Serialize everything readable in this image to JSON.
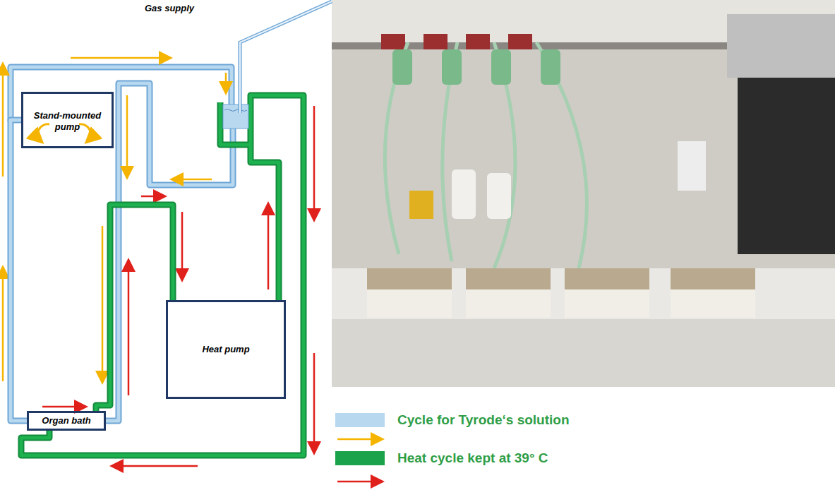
{
  "diagram": {
    "nodes": [
      {
        "text": [
          "Stand-mounted pump"
        ]
      },
      {
        "text": [
          "Heat pump"
        ]
      },
      {
        "text": [
          "Organ bath"
        ]
      }
    ],
    "edges": [
      {
        "from": 2,
        "to": 0,
        "arrow": "none"
      },
      {
        "from": 1,
        "to": 2,
        "arrow": "none"
      }
    ],
    "labels": [
      "Gas supply"
    ],
    "legend": [
      {
        "text": "Cycle for Tyrode‘s solution",
        "color": "#b8d8f0"
      },
      {
        "text": "Heat cycle kept at 39° C",
        "color": "#1aa34a"
      }
    ]
  }
}
